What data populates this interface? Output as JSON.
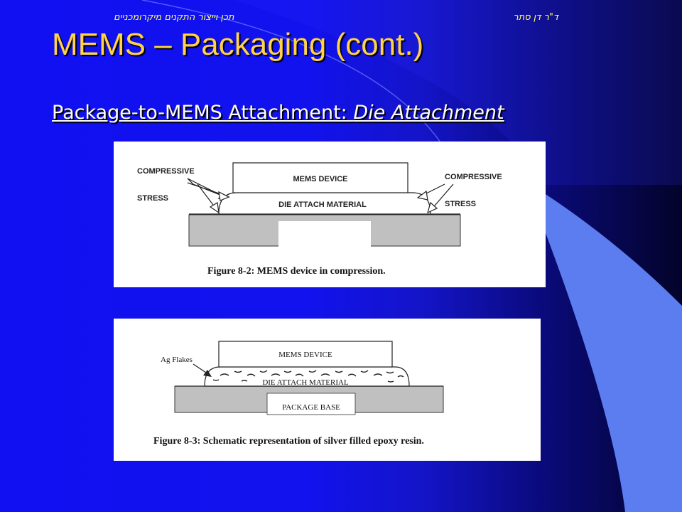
{
  "header": {
    "author": "ד\"ר דן סתר",
    "course": "תכן וייצור התקנים מיקרומכניים"
  },
  "slide": {
    "title": "MEMS – Packaging (cont.)",
    "subtitle_main": "Package-to-MEMS Attachment: ",
    "subtitle_italic": "Die Attachment"
  },
  "figure1": {
    "device_label": "MEMS DEVICE",
    "material_label": "DIE ATTACH MATERIAL",
    "left_label_1": "COMPRESSIVE",
    "left_label_2": "STRESS",
    "right_label_1": "COMPRESSIVE",
    "right_label_2": "STRESS",
    "caption": "Figure 8-2: MEMS device in compression."
  },
  "figure2": {
    "device_label": "MEMS DEVICE",
    "flakes_label": "Ag Flakes",
    "material_label": "DIE ATTACH MATERIAL",
    "base_label": "PACKAGE BASE",
    "caption": "Figure 8-3:  Schematic representation of silver filled epoxy resin."
  },
  "colors": {
    "title": "#ffd24a",
    "header": "#ffff66",
    "substrate": "#c0c0c0"
  }
}
